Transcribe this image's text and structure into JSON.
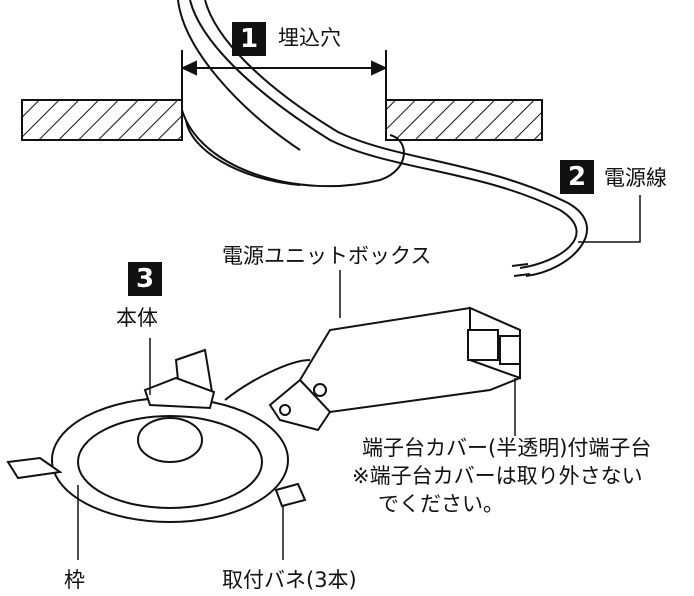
{
  "labels": {
    "step1_badge": "1",
    "step1_text": "埋込穴",
    "step2_badge": "2",
    "step2_text": "電源線",
    "step3_badge": "3",
    "step3_text": "本体",
    "unit_box": "電源ユニットボックス",
    "terminal_line1": "端子台カバー(半透明)付端子台",
    "terminal_line2": "※端子台カバーは取り外さない",
    "terminal_line3": "でください。",
    "frame": "枠",
    "springs": "取付バネ(3本)"
  },
  "colors": {
    "line": "#111111",
    "badge_bg": "#111111",
    "badge_text": "#ffffff"
  }
}
